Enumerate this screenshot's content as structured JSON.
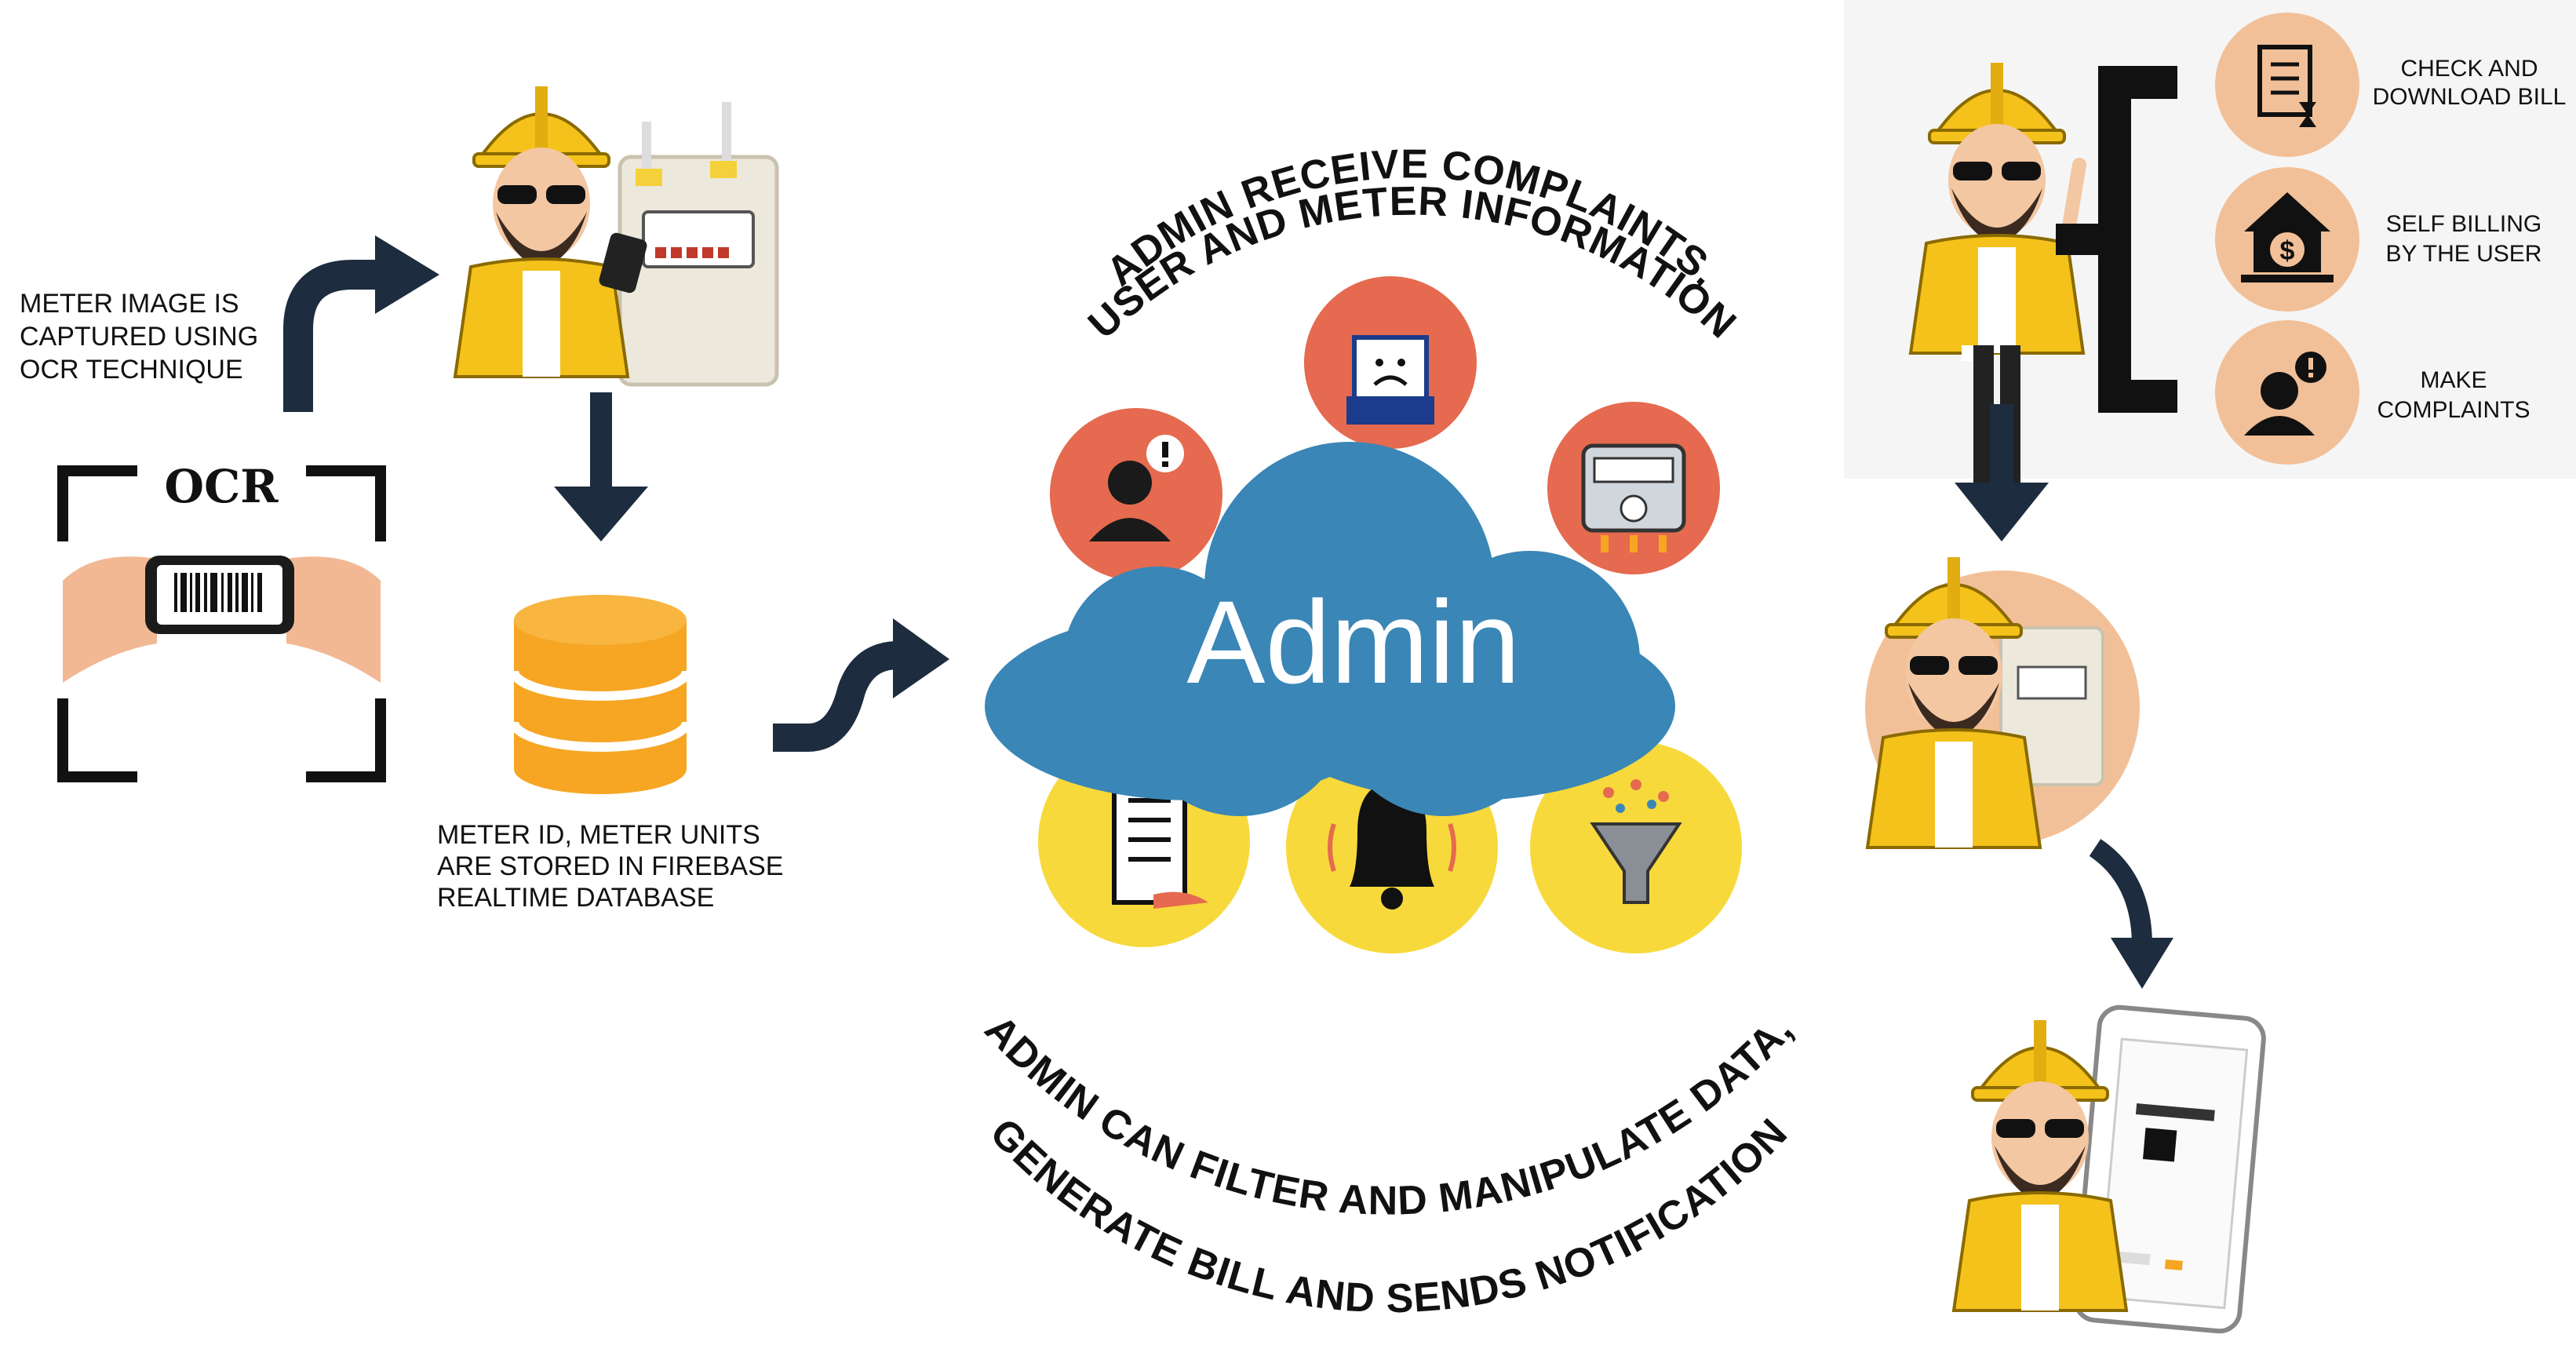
{
  "ocr_label": "OCR",
  "captions": {
    "capture": [
      "METER IMAGE IS",
      "CAPTURED USING",
      "OCR TECHNIQUE"
    ],
    "storage": [
      "METER ID, METER UNITS",
      "ARE STORED IN FIREBASE",
      "REALTIME DATABASE"
    ]
  },
  "admin": {
    "title": "Admin",
    "top_arc": [
      "ADMIN RECEIVE COMPLAINTS,",
      "USER AND METER INFORMATION"
    ],
    "bottom_arc": [
      "ADMIN CAN FILTER AND MANIPULATE DATA,",
      "GENERATE BILL AND SENDS NOTIFICATION"
    ]
  },
  "user_options": [
    {
      "icon": "bill-download-icon",
      "lines": [
        "CHECK AND",
        "DOWNLOAD BILL"
      ]
    },
    {
      "icon": "self-billing-icon",
      "lines": [
        "SELF BILLING",
        "BY THE USER"
      ]
    },
    {
      "icon": "complaint-icon",
      "lines": [
        "MAKE",
        "COMPLAINTS"
      ]
    }
  ],
  "colors": {
    "cloud": "#3a86b6",
    "red_circle": "#e56a4f",
    "yellow_circle": "#f7d93b",
    "peach_circle": "#f2c098",
    "database": "#f6a623",
    "arrow": "#1d2c3e"
  }
}
